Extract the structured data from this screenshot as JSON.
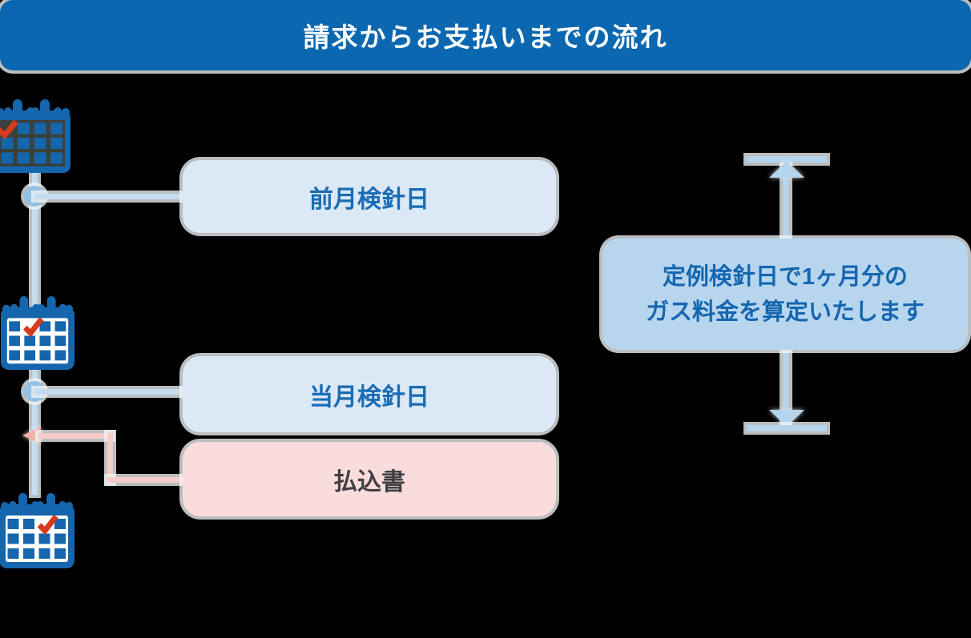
{
  "title_bar": {
    "title": "請求からお支払いまでの流れ"
  },
  "flow": {
    "steps": [
      {
        "label": "前月検針日",
        "icon": "calendar-check-icon"
      },
      {
        "label": "当月検針日",
        "icon": "calendar-check-icon"
      },
      {
        "label": "払込書",
        "icon": "calendar-check-icon"
      }
    ],
    "note": {
      "line1": "定例検針日で1ヶ月分の",
      "line2": "ガス料金を算定いたします"
    }
  },
  "colors": {
    "header_bg": "#0a67b0",
    "header_text": "#ffffff",
    "step_blue_bg": "#dbe8f5",
    "step_blue_text": "#1a6cb5",
    "payment_slip_bg": "#fadcdc",
    "payment_slip_text": "#404043",
    "note_bg": "#b7d6ee",
    "note_text": "#1566b0",
    "timeline_blue": "#c5dcee",
    "node_blue": "#92c1e4",
    "pink_connector": "#f6ccc6",
    "pink_arrow": "#f0b3a9",
    "span_marker_blue": "#b5d3eb",
    "calendar_blue": "#1566ad",
    "check_red": "#d63b1d"
  }
}
